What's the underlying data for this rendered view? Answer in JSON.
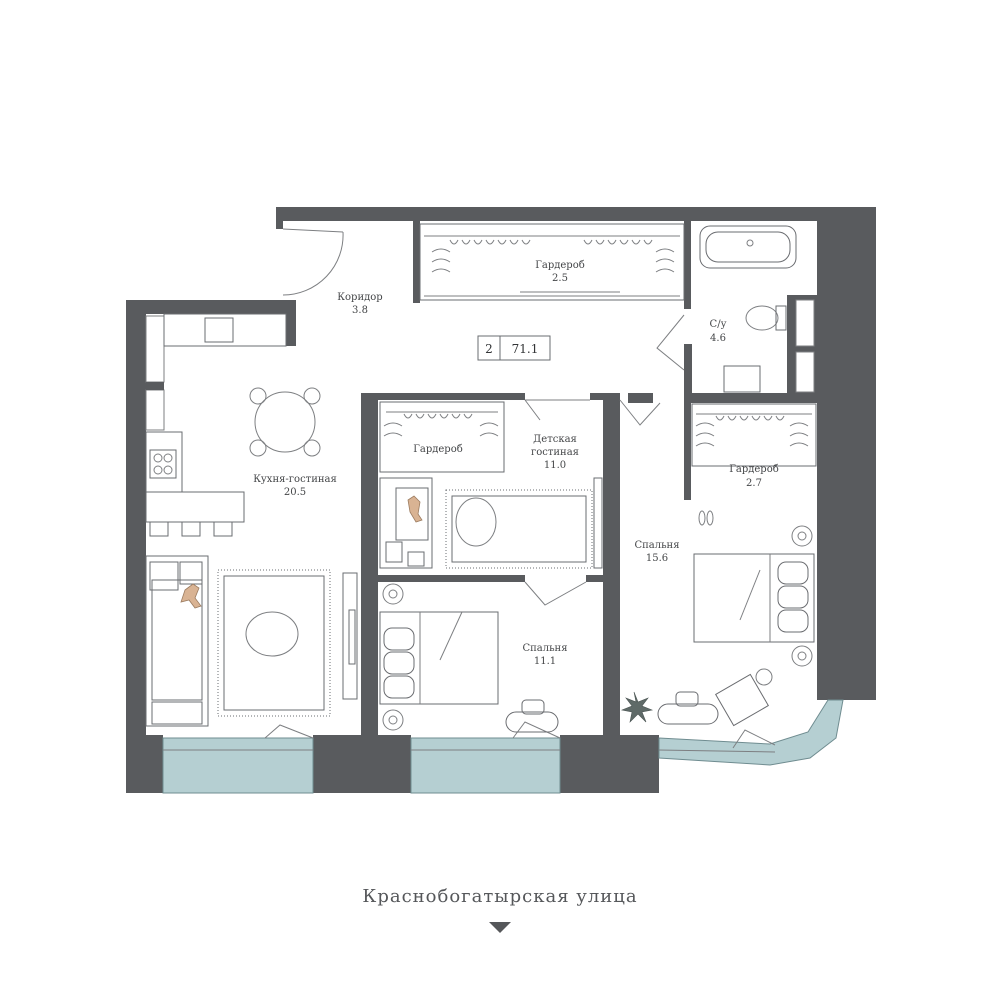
{
  "apartment": {
    "rooms_count": "2",
    "total_area": "71.1"
  },
  "rooms": {
    "corridor": {
      "name": "Коридор",
      "area": "3.8"
    },
    "wardrobe_top": {
      "name": "Гардероб",
      "area": "2.5"
    },
    "bathroom": {
      "name": "С/у",
      "area": "4.6"
    },
    "kitchen_living": {
      "name": "Кухня-гостиная",
      "area": "20.5"
    },
    "wardrobe_small": {
      "name": "Гардероб"
    },
    "kids_living": {
      "name_line1": "Детская",
      "name_line2": "гостиная",
      "area": "11.0"
    },
    "wardrobe_right": {
      "name": "Гардероб",
      "area": "2.7"
    },
    "bedroom_large": {
      "name": "Спальня",
      "area": "15.6"
    },
    "bedroom_small": {
      "name": "Спальня",
      "area": "11.1"
    }
  },
  "street": {
    "name": "Краснобогатырская улица",
    "indicator_icon": "triangle-down-icon"
  },
  "colors": {
    "wall": "#595b5e",
    "glass": "#b5cfd2",
    "line": "#7d7f82"
  }
}
